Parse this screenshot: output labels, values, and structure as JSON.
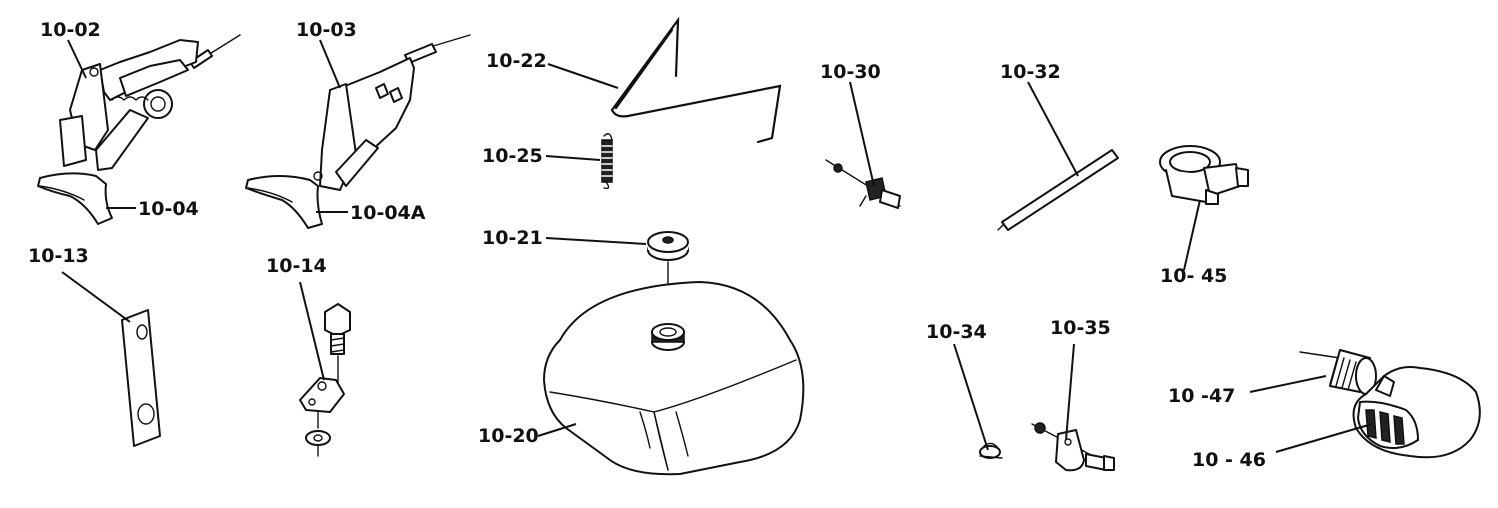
{
  "parts": {
    "p1002": "10-02",
    "p1003": "10-03",
    "p1004": "10-04",
    "p1004a": "10-04A",
    "p1013": "10-13",
    "p1014": "10-14",
    "p1020": "10-20",
    "p1021": "10-21",
    "p1022": "10-22",
    "p1025": "10-25",
    "p1030": "10-30",
    "p1032": "10-32",
    "p1034": "10-34",
    "p1035": "10-35",
    "p1045": "10- 45",
    "p1046": "10 - 46",
    "p1047": "10 -47"
  },
  "colors": {
    "ink": "#111111",
    "paper": "#ffffff"
  }
}
